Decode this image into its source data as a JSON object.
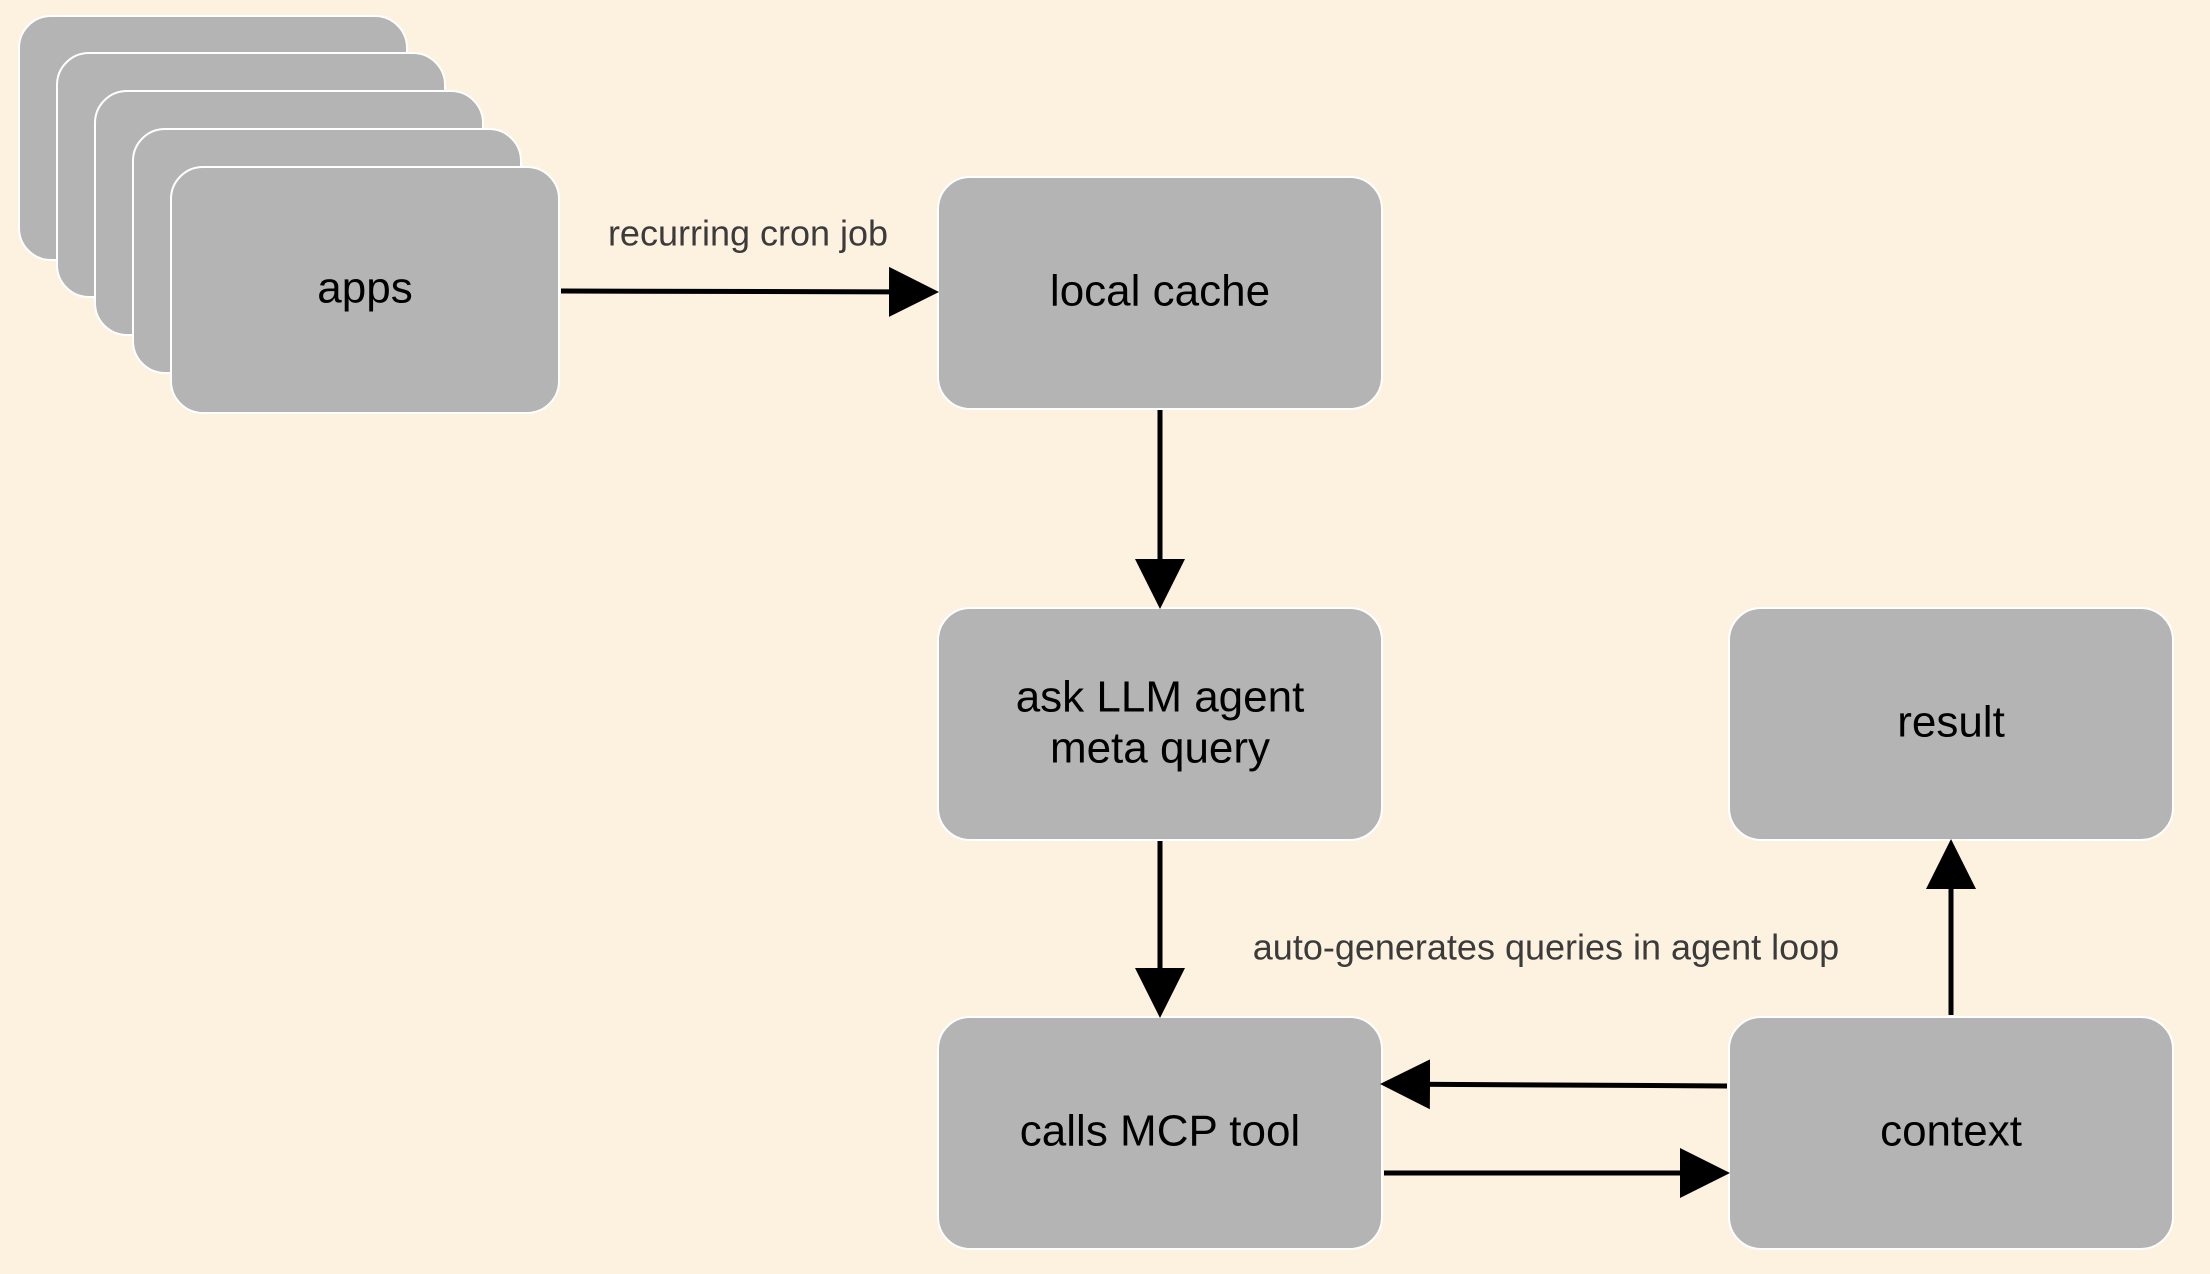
{
  "colors": {
    "background": "#fdf1df",
    "node_fill": "#b4b4b4",
    "node_stroke": "#ffffff",
    "arrow": "#000000",
    "edge_label": "#3b3b3b"
  },
  "nodes": {
    "apps": "apps",
    "local_cache": "local cache",
    "ask_agent": {
      "line1": "ask LLM agent",
      "line2": "meta query"
    },
    "mcp_tool": "calls MCP tool",
    "context": "context",
    "result": "result"
  },
  "edges": {
    "apps_to_cache": "recurring cron job",
    "agent_loop": "auto-generates queries in agent loop"
  }
}
